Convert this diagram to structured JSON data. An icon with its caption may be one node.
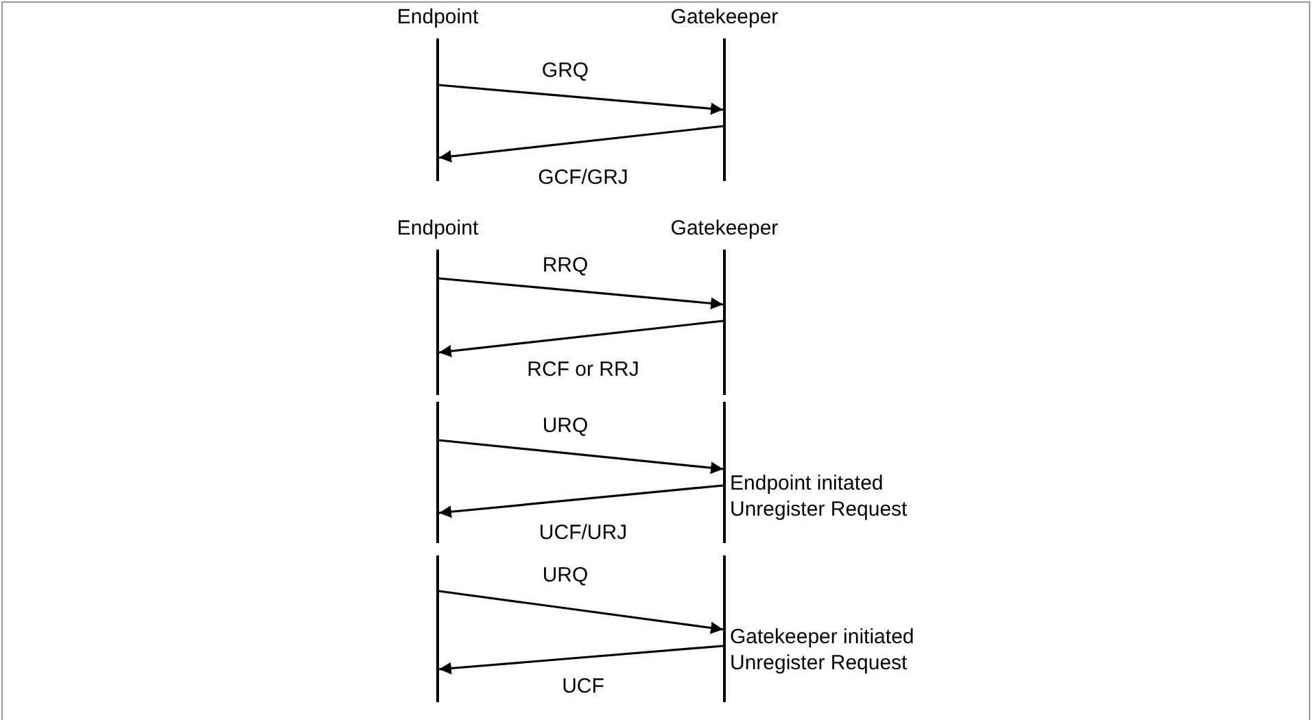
{
  "diagram": {
    "nodes": [
      {
        "text": [
          "Endpoint"
        ]
      },
      {
        "text": [
          "Gatekeeper"
        ]
      },
      {
        "text": [
          "Endpoint"
        ]
      },
      {
        "text": [
          "Gatekeeper"
        ]
      },
      {
        "text": [],
        "shape": "bar"
      },
      {
        "text": [],
        "shape": "bar",
        "beside": [
          "Endpoint initated Unregister Request"
        ]
      },
      {
        "text": [],
        "shape": "bar"
      },
      {
        "text": [],
        "shape": "bar",
        "beside": [
          "Gatekeeper initiated Unregister Request"
        ]
      }
    ],
    "edges": [
      {
        "from": 0,
        "to": 1,
        "arrow": "to",
        "label": "GRQ"
      },
      {
        "from": 1,
        "to": 0,
        "arrow": "to",
        "label": "GCF/GRJ"
      },
      {
        "from": 2,
        "to": 3,
        "arrow": "to",
        "label": "RRQ"
      },
      {
        "from": 3,
        "to": 2,
        "arrow": "to",
        "label": "RCF or RRJ"
      },
      {
        "from": 4,
        "to": 5,
        "arrow": "to",
        "label": "URQ"
      },
      {
        "from": 5,
        "to": 4,
        "arrow": "to",
        "label": "UCF/URJ"
      },
      {
        "from": 6,
        "to": 7,
        "arrow": "to",
        "label": "URQ"
      },
      {
        "from": 7,
        "to": 6,
        "arrow": "to",
        "label": "UCF"
      }
    ]
  }
}
